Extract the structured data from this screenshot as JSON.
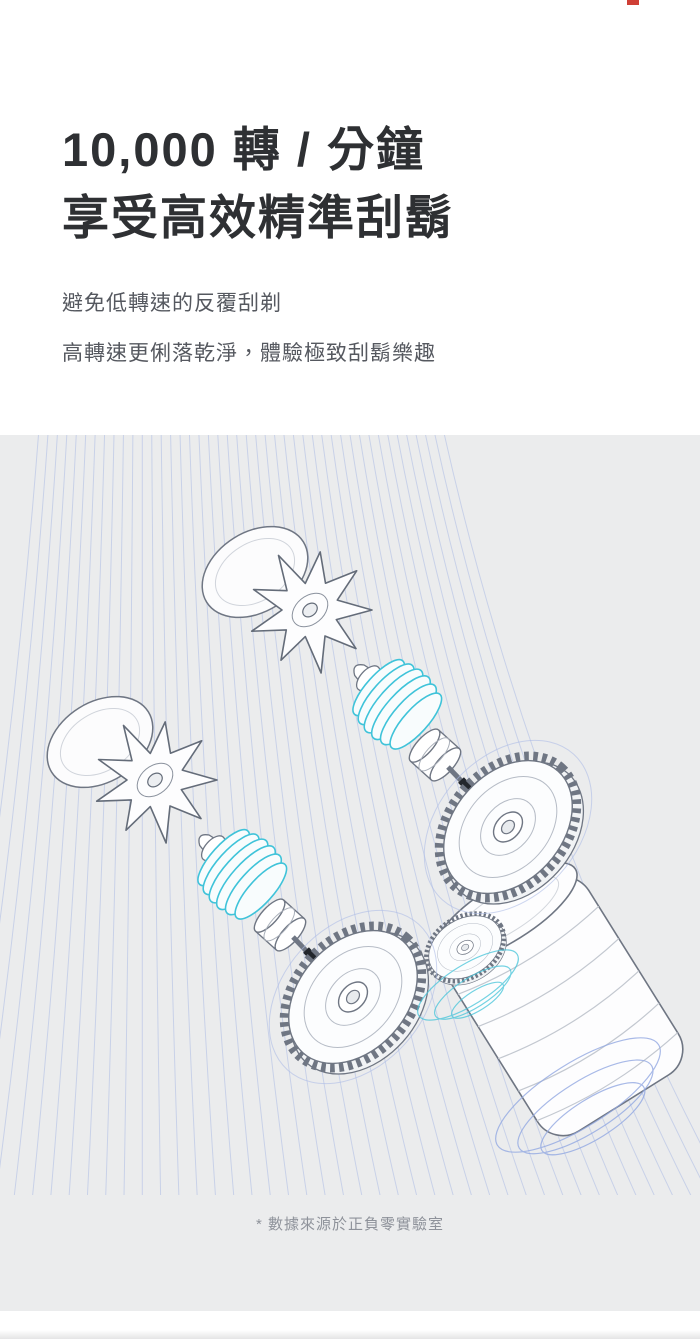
{
  "hero": {
    "title_line1": "10,000 轉 / 分鐘",
    "title_line2": "享受高效精準刮鬍",
    "desc_line1": "避免低轉速的反覆刮剃",
    "desc_line2": "高轉速更俐落乾淨，體驗極致刮鬍樂趣"
  },
  "footnote": "* 數據來源於正負零實驗室",
  "illustration": {
    "subject": "exploded-view-of-shaver-heads-gears-and-motor",
    "colors": {
      "section_bg": "#ebeced",
      "flow_line_blue": "#a7b7e4",
      "spring_cyan": "#3fc3d9",
      "outline_gray": "#6f7683",
      "shaft_dark": "#22262c"
    }
  }
}
